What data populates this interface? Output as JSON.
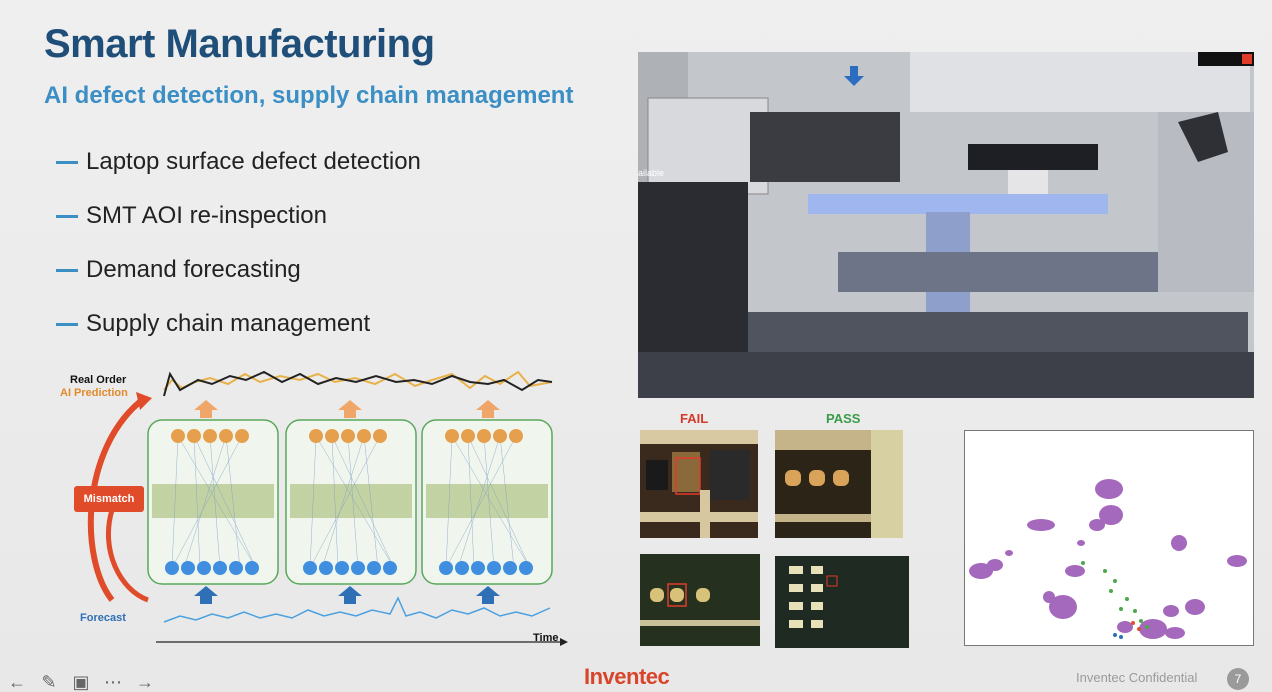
{
  "slide": {
    "title": "Smart Manufacturing",
    "subtitle": "AI defect detection, supply chain management",
    "bullets": [
      "Laptop surface defect detection",
      "SMT AOI re-inspection",
      "Demand forecasting",
      "Supply chain management"
    ]
  },
  "diagram": {
    "real_order": "Real Order",
    "ai_prediction": "AI Prediction",
    "mismatch": "Mismatch",
    "forecast": "Forecast",
    "time": "Time"
  },
  "photo": {
    "overlay_text": "ailable"
  },
  "inspection": {
    "fail": "FAIL",
    "pass": "PASS"
  },
  "footer": {
    "logo": "Inventec",
    "confidential": "Inventec Confidential",
    "page": "7"
  },
  "toolbar": {
    "icons": [
      "arrow-left-icon",
      "pencil-icon",
      "slides-icon",
      "more-icon",
      "arrow-right-icon"
    ]
  },
  "colors": {
    "title": "#1f4e79",
    "subtitle": "#3b8fc4",
    "accent_red": "#e04b2a",
    "ai_orange": "#e08a2c",
    "forecast_blue": "#2e6fb5",
    "logo_red": "#d8452a"
  }
}
